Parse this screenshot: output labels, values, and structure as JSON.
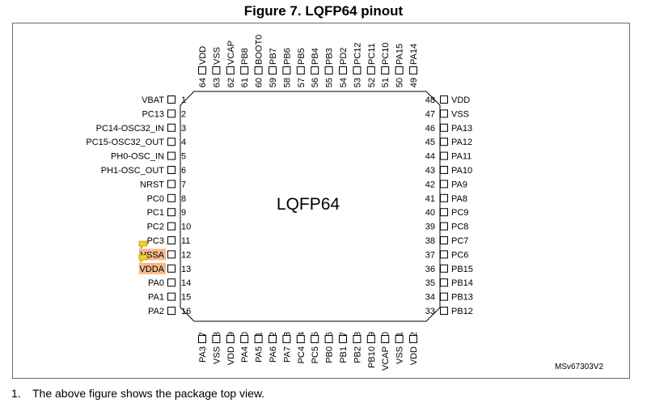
{
  "figure": {
    "title": "Figure 7. LQFP64 pinout",
    "package_label": "LQFP64",
    "ref_code": "MSv67303V2"
  },
  "pins": {
    "left": [
      {
        "num": "1",
        "name": "VBAT"
      },
      {
        "num": "2",
        "name": "PC13"
      },
      {
        "num": "3",
        "name": "PC14-OSC32_IN"
      },
      {
        "num": "4",
        "name": "PC15-OSC32_OUT"
      },
      {
        "num": "5",
        "name": "PH0-OSC_IN"
      },
      {
        "num": "6",
        "name": "PH1-OSC_OUT"
      },
      {
        "num": "7",
        "name": "NRST"
      },
      {
        "num": "8",
        "name": "PC0"
      },
      {
        "num": "9",
        "name": "PC1"
      },
      {
        "num": "10",
        "name": "PC2"
      },
      {
        "num": "11",
        "name": "PC3"
      },
      {
        "num": "12",
        "name": "VSSA",
        "highlight": true
      },
      {
        "num": "13",
        "name": "VDDA",
        "highlight": true
      },
      {
        "num": "14",
        "name": "PA0"
      },
      {
        "num": "15",
        "name": "PA1"
      },
      {
        "num": "16",
        "name": "PA2"
      }
    ],
    "bottom": [
      {
        "num": "17",
        "name": "PA3"
      },
      {
        "num": "18",
        "name": "VSS"
      },
      {
        "num": "19",
        "name": "VDD"
      },
      {
        "num": "20",
        "name": "PA4"
      },
      {
        "num": "21",
        "name": "PA5"
      },
      {
        "num": "22",
        "name": "PA6"
      },
      {
        "num": "23",
        "name": "PA7"
      },
      {
        "num": "24",
        "name": "PC4"
      },
      {
        "num": "25",
        "name": "PC5"
      },
      {
        "num": "26",
        "name": "PB0"
      },
      {
        "num": "27",
        "name": "PB1"
      },
      {
        "num": "28",
        "name": "PB2"
      },
      {
        "num": "29",
        "name": "PB10"
      },
      {
        "num": "30",
        "name": "VCAP"
      },
      {
        "num": "31",
        "name": "VSS"
      },
      {
        "num": "32",
        "name": "VDD"
      }
    ],
    "right": [
      {
        "num": "33",
        "name": "PB12"
      },
      {
        "num": "34",
        "name": "PB13"
      },
      {
        "num": "35",
        "name": "PB14"
      },
      {
        "num": "36",
        "name": "PB15"
      },
      {
        "num": "37",
        "name": "PC6"
      },
      {
        "num": "38",
        "name": "PC7"
      },
      {
        "num": "39",
        "name": "PC8"
      },
      {
        "num": "40",
        "name": "PC9"
      },
      {
        "num": "41",
        "name": "PA8"
      },
      {
        "num": "42",
        "name": "PA9"
      },
      {
        "num": "43",
        "name": "PA10"
      },
      {
        "num": "44",
        "name": "PA11"
      },
      {
        "num": "45",
        "name": "PA12"
      },
      {
        "num": "46",
        "name": "PA13"
      },
      {
        "num": "47",
        "name": "VSS"
      },
      {
        "num": "48",
        "name": "VDD"
      }
    ],
    "top": [
      {
        "num": "49",
        "name": "PA14"
      },
      {
        "num": "50",
        "name": "PA15"
      },
      {
        "num": "51",
        "name": "PC10"
      },
      {
        "num": "52",
        "name": "PC11"
      },
      {
        "num": "53",
        "name": "PC12"
      },
      {
        "num": "54",
        "name": "PD2"
      },
      {
        "num": "55",
        "name": "PB3"
      },
      {
        "num": "56",
        "name": "PB4"
      },
      {
        "num": "57",
        "name": "PB5"
      },
      {
        "num": "58",
        "name": "PB6"
      },
      {
        "num": "59",
        "name": "PB7"
      },
      {
        "num": "60",
        "name": "BOOT0"
      },
      {
        "num": "61",
        "name": "PB8"
      },
      {
        "num": "62",
        "name": "VCAP"
      },
      {
        "num": "63",
        "name": "VSS"
      },
      {
        "num": "64",
        "name": "VDD"
      }
    ]
  },
  "colors": {
    "highlight": "#f5b98a",
    "comment_icon": "#f0d21e",
    "frame": "#6a6a6a"
  },
  "footnote": {
    "number": "1.",
    "text": "The above figure shows the package top view."
  }
}
